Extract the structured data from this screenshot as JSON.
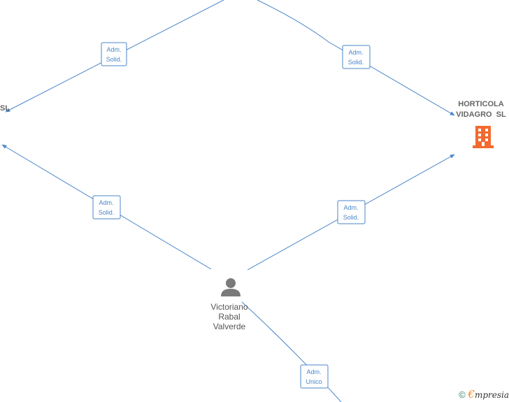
{
  "nodes": {
    "left_company_fragment": "SL",
    "right_company": {
      "line1": "HORTICOLA",
      "line2": "VIDAGRO  SL"
    },
    "person": {
      "line1": "Victoriano",
      "line2": "Rabal",
      "line3": "Valverde"
    }
  },
  "relations": [
    {
      "line1": "Adm.",
      "line2": "Solid."
    },
    {
      "line1": "Adm.",
      "line2": "Solid."
    },
    {
      "line1": "Adm.",
      "line2": "Solid."
    },
    {
      "line1": "Adm.",
      "line2": "Solid."
    },
    {
      "line1": "Adm.",
      "line2": "Unico"
    }
  ],
  "footer": {
    "copyright": "©",
    "brand_initial": "€",
    "brand_rest": "mpresia"
  },
  "colors": {
    "edge": "#4a86c8",
    "company_icon": "#f26a2e",
    "person_icon": "#7a7a7a"
  }
}
